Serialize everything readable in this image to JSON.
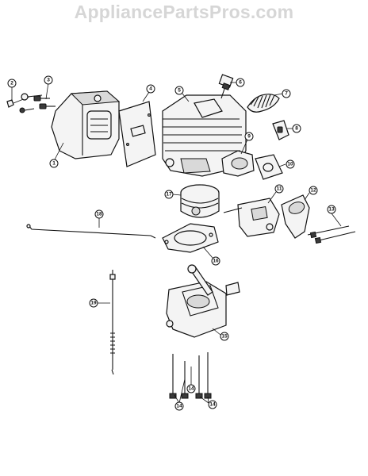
{
  "watermark": "AppliancePartsPros.com",
  "callouts": [
    "1",
    "2",
    "3",
    "4",
    "5",
    "6",
    "7",
    "8",
    "9",
    "10",
    "11",
    "12",
    "13",
    "14",
    "14",
    "14",
    "15",
    "16",
    "17",
    "18",
    "19"
  ]
}
